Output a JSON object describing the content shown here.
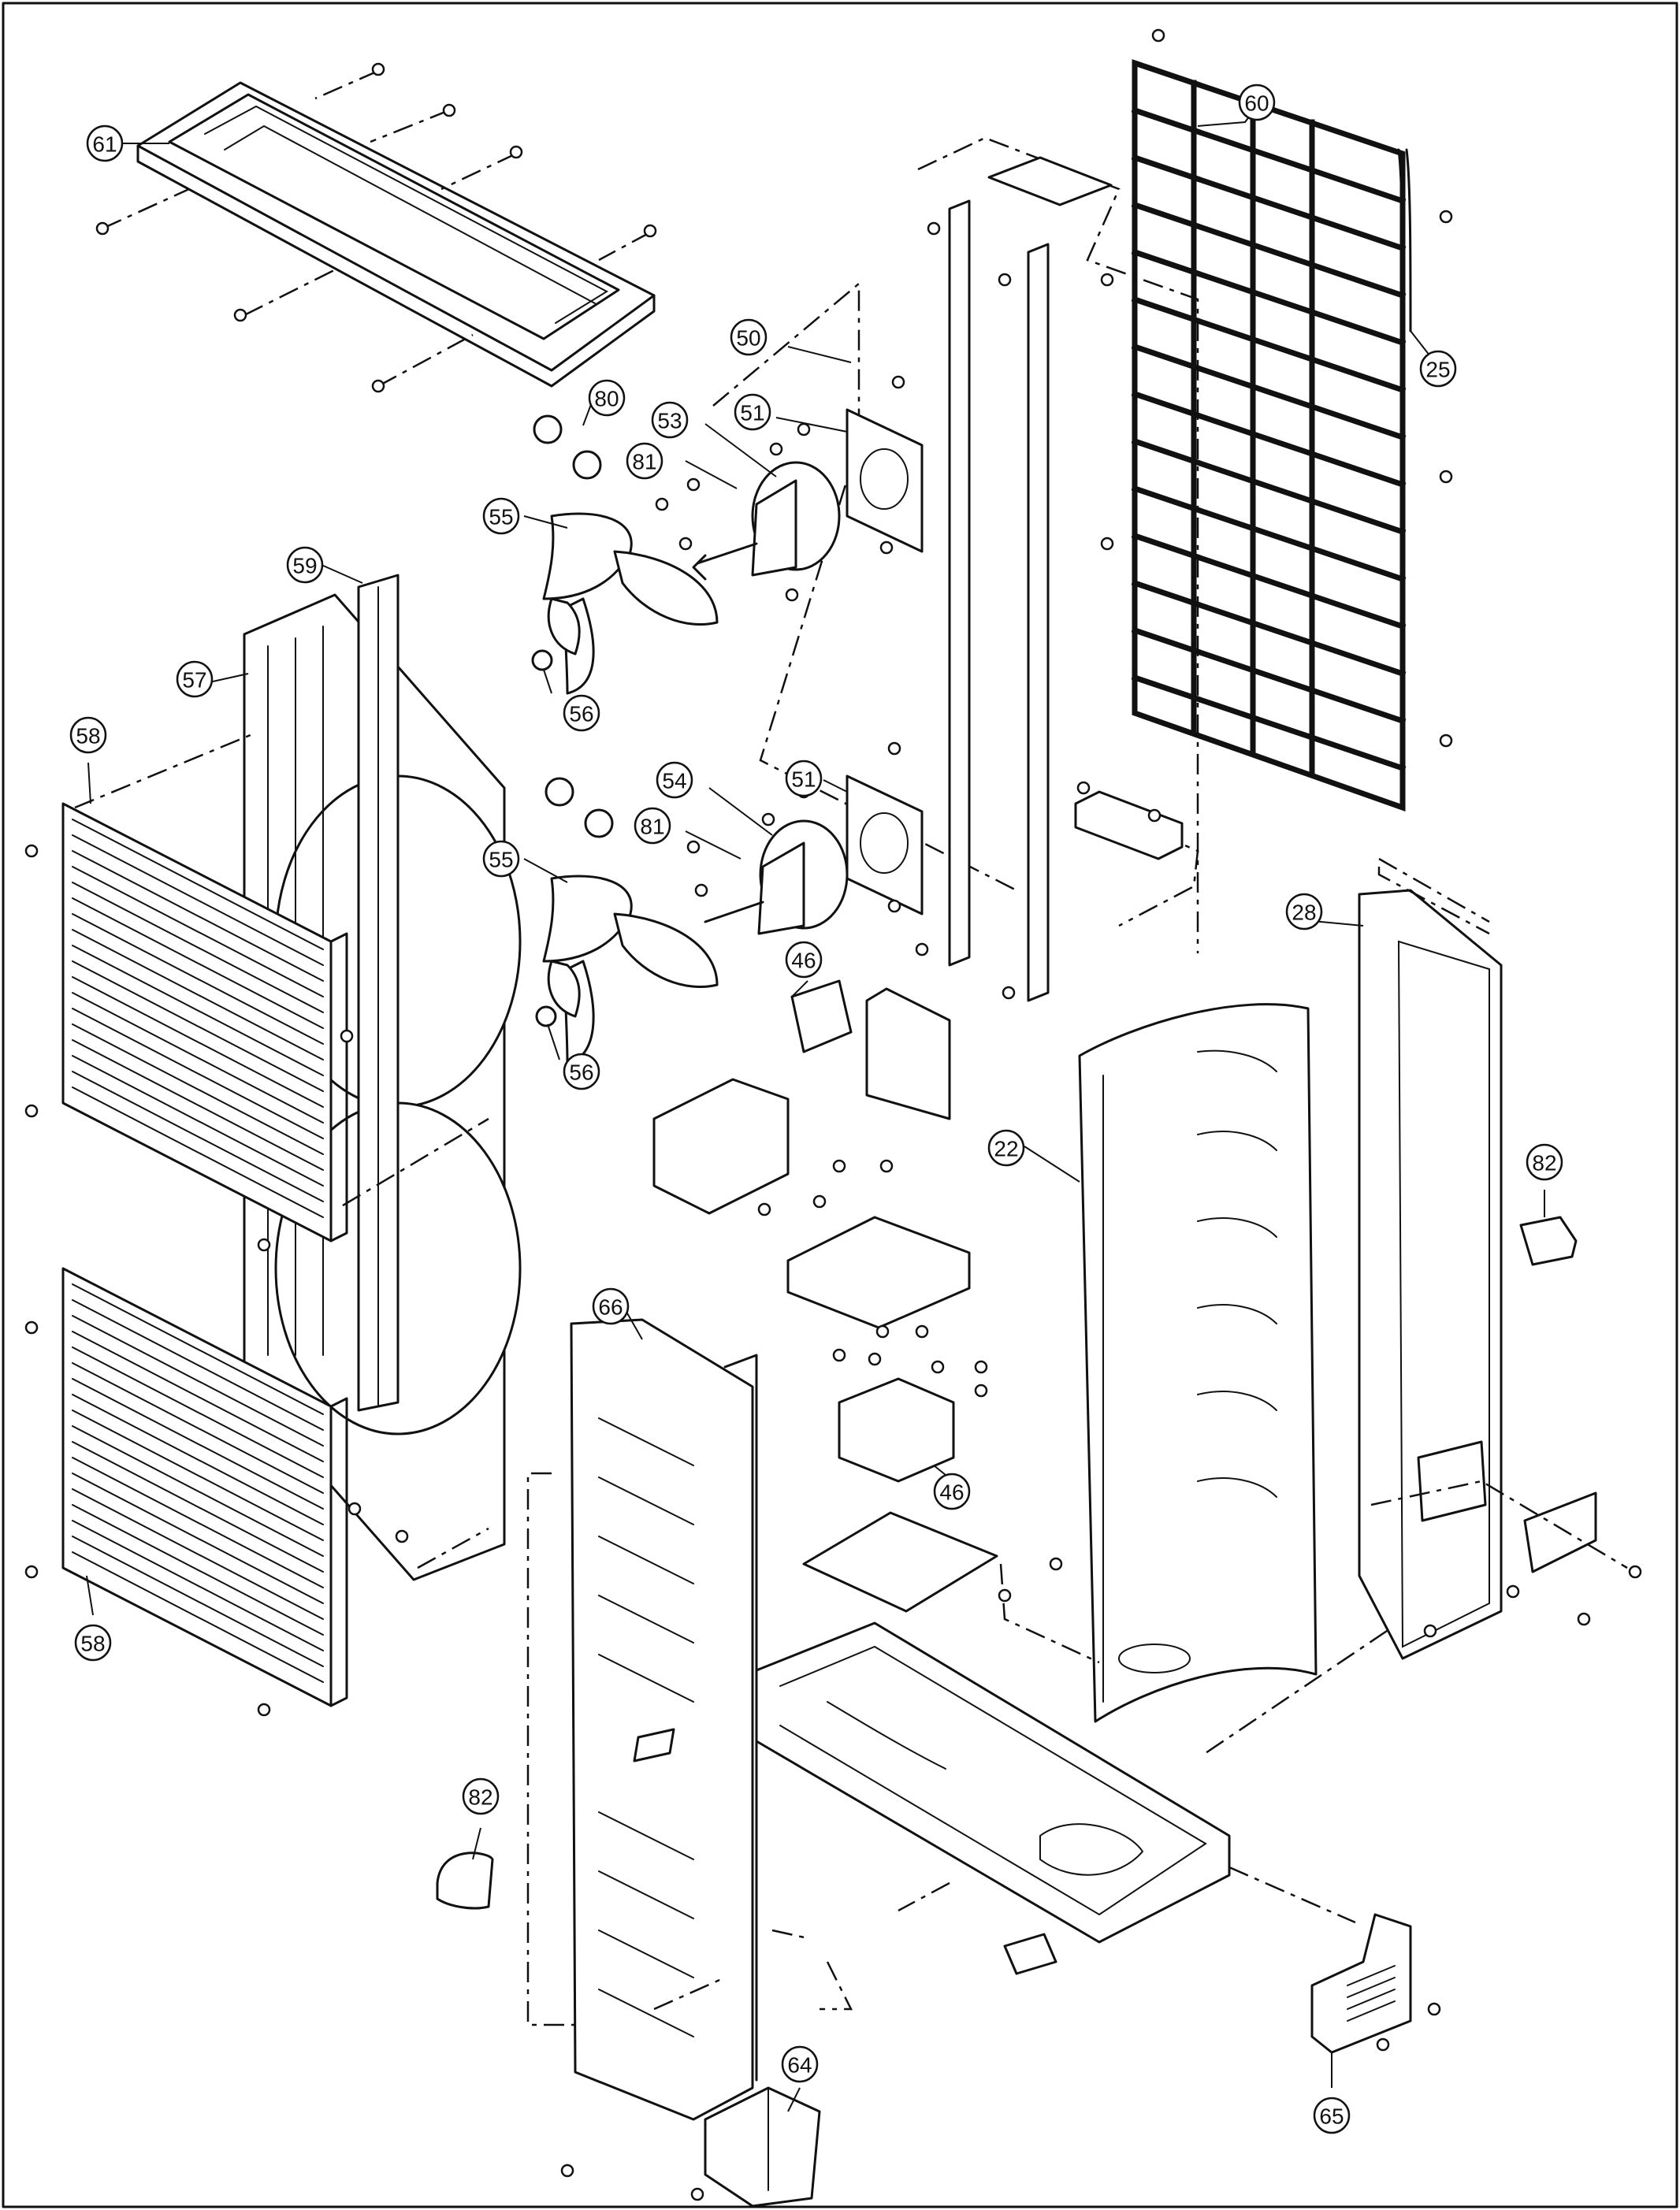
{
  "diagram": {
    "type": "exploded-parts-view",
    "line_color": "#111111",
    "background": "#ffffff"
  },
  "callouts": [
    {
      "id": "61",
      "label": "61"
    },
    {
      "id": "60",
      "label": "60"
    },
    {
      "id": "25",
      "label": "25"
    },
    {
      "id": "50",
      "label": "50"
    },
    {
      "id": "80",
      "label": "80"
    },
    {
      "id": "53",
      "label": "53"
    },
    {
      "id": "51a",
      "label": "51"
    },
    {
      "id": "81a",
      "label": "81"
    },
    {
      "id": "55a",
      "label": "55"
    },
    {
      "id": "59",
      "label": "59"
    },
    {
      "id": "57",
      "label": "57"
    },
    {
      "id": "56a",
      "label": "56"
    },
    {
      "id": "58a",
      "label": "58"
    },
    {
      "id": "51b",
      "label": "51"
    },
    {
      "id": "54",
      "label": "54"
    },
    {
      "id": "81b",
      "label": "81"
    },
    {
      "id": "55b",
      "label": "55"
    },
    {
      "id": "28",
      "label": "28"
    },
    {
      "id": "46a",
      "label": "46"
    },
    {
      "id": "56b",
      "label": "56"
    },
    {
      "id": "22",
      "label": "22"
    },
    {
      "id": "82a",
      "label": "82"
    },
    {
      "id": "66",
      "label": "66"
    },
    {
      "id": "46b",
      "label": "46"
    },
    {
      "id": "58b",
      "label": "58"
    },
    {
      "id": "82b",
      "label": "82"
    },
    {
      "id": "65",
      "label": "65"
    },
    {
      "id": "64",
      "label": "64"
    }
  ]
}
